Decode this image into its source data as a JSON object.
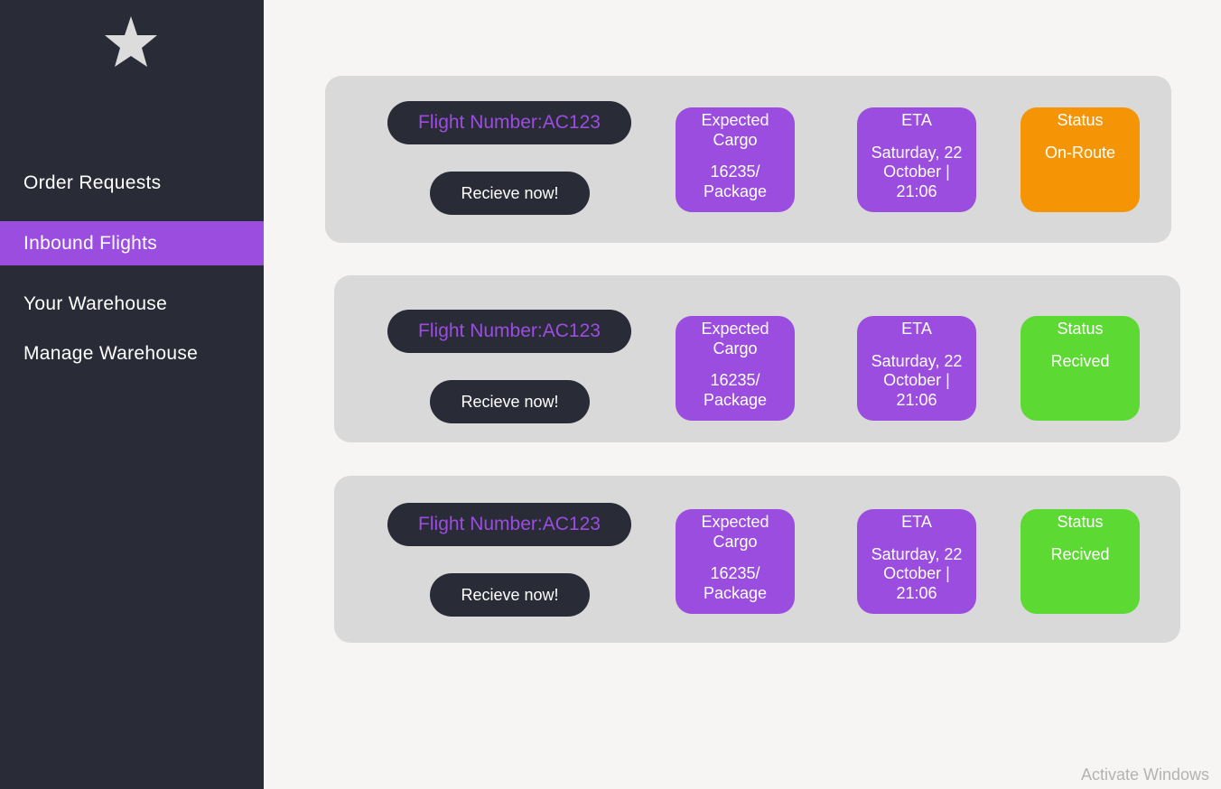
{
  "sidebar": {
    "logo_icon": "star-icon",
    "items": [
      {
        "label": "Order Requests",
        "active": false
      },
      {
        "label": "Inbound Flights",
        "active": true
      },
      {
        "label": "Your Warehouse",
        "active": false
      },
      {
        "label": "Manage Warehouse",
        "active": false
      }
    ]
  },
  "flights": [
    {
      "flight_number": "Flight Number:AC123",
      "receive_label": "Recieve now!",
      "cargo_title": "Expected Cargo",
      "cargo_value": "16235/ Package",
      "eta_title": "ETA",
      "eta_value": "Saturday, 22 October | 21:06",
      "status_title": "Status",
      "status_value": "On-Route",
      "status_color": "#f59505"
    },
    {
      "flight_number": "Flight Number:AC123",
      "receive_label": "Recieve now!",
      "cargo_title": "Expected Cargo",
      "cargo_value": "16235/ Package",
      "eta_title": "ETA",
      "eta_value": "Saturday, 22 October | 21:06",
      "status_title": "Status",
      "status_value": "Recived",
      "status_color": "#5dd934"
    },
    {
      "flight_number": "Flight Number:AC123",
      "receive_label": "Recieve now!",
      "cargo_title": "Expected Cargo",
      "cargo_value": "16235/ Package",
      "eta_title": "ETA",
      "eta_value": "Saturday, 22 October | 21:06",
      "status_title": "Status",
      "status_value": "Recived",
      "status_color": "#5dd934"
    }
  ],
  "colors": {
    "sidebar_bg": "#292c36",
    "accent": "#9b4de0",
    "card_bg": "#d9d9d9",
    "page_bg": "#f7f4f4"
  },
  "watermark": "Activate Windows"
}
